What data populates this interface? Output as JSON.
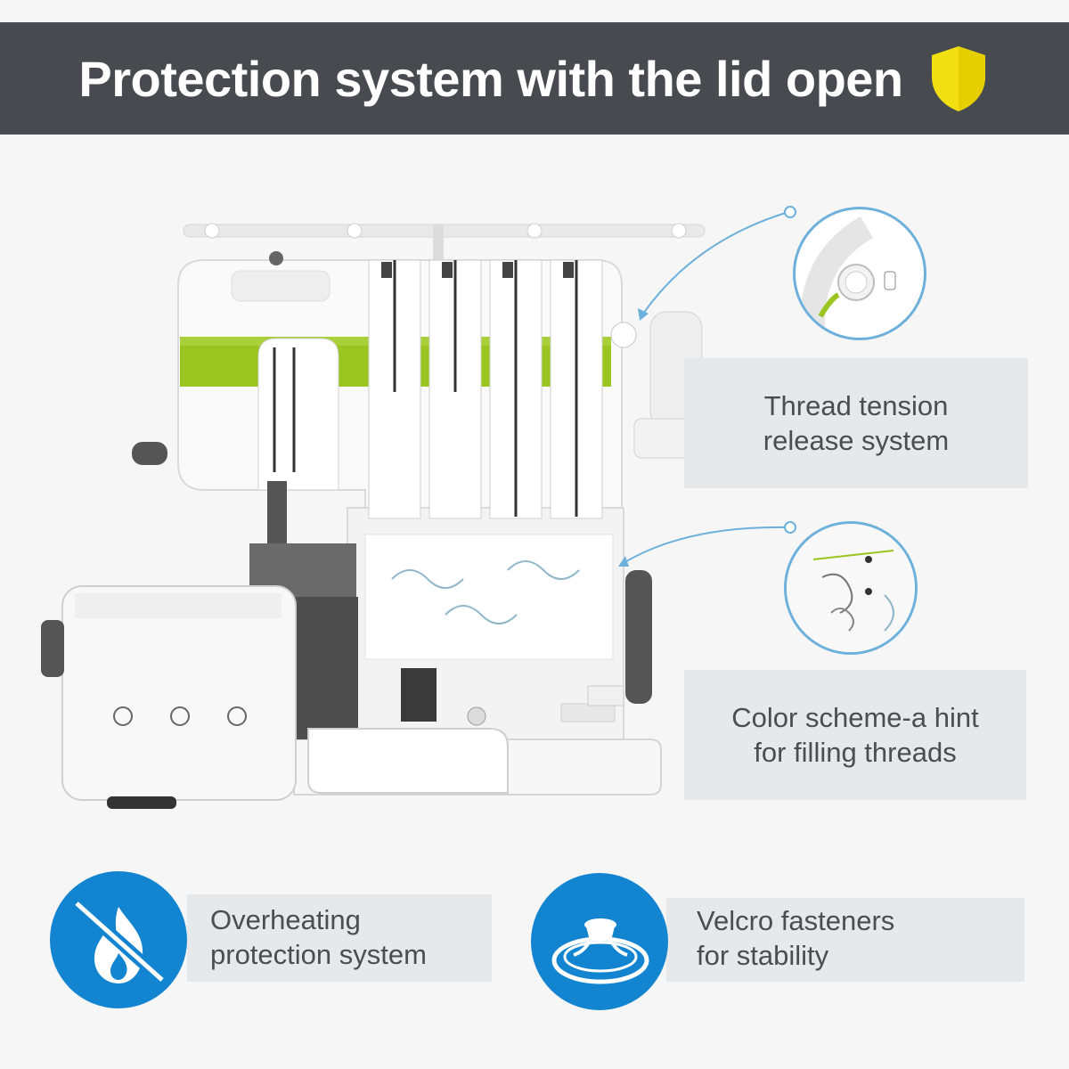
{
  "header": {
    "title": "Protection system with the lid open",
    "shield_icon": "shield-icon",
    "bg_color": "#474b50",
    "shield_color": "#f2df12"
  },
  "callouts": [
    {
      "line1": "Thread tension",
      "line2": "release system"
    },
    {
      "line1": "Color scheme-a hint",
      "line2": "for filling threads"
    }
  ],
  "features": [
    {
      "icon": "no-fire-icon",
      "line1": "Overheating",
      "line2": "protection system"
    },
    {
      "icon": "suction-cup-icon",
      "line1": "Velcro fasteners",
      "line2": "for stability"
    }
  ],
  "colors": {
    "accent_blue": "#1284d0",
    "machine_green": "#9ac41f",
    "callout_line": "#6db0dc"
  }
}
